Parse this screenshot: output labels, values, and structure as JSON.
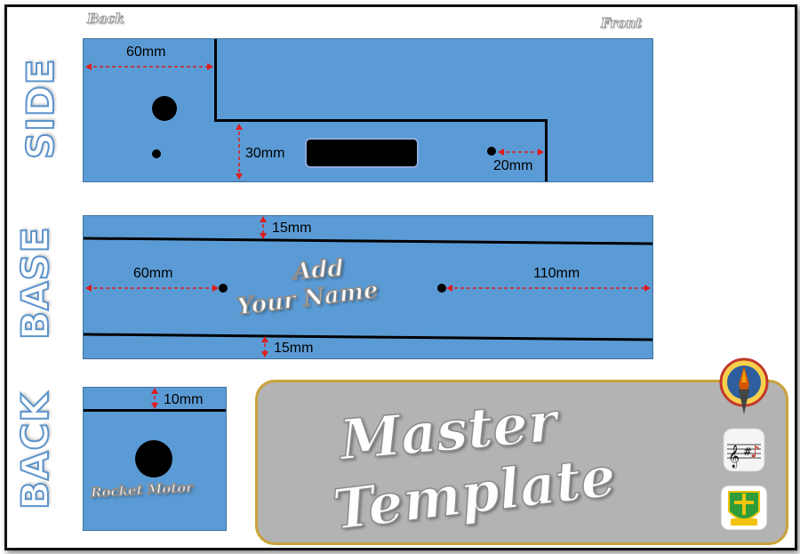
{
  "labels": {
    "back_corner": "Back",
    "front_corner": "Front",
    "side": "SIDE",
    "base": "BASE",
    "back": "BACK"
  },
  "side_panel": {
    "dim_back_edge": "60mm",
    "dim_step_height": "30mm",
    "dim_front_hole": "20mm"
  },
  "base_panel": {
    "dim_top_line": "15mm",
    "dim_left_hole": "60mm",
    "dim_right_hole": "110mm",
    "dim_bottom_line": "15mm",
    "name_line1": "Add",
    "name_line2": "Your Name"
  },
  "back_panel": {
    "dim_top_line": "10mm",
    "motor_label": "Rocket Motor"
  },
  "master": {
    "line1": "Master",
    "line2": "Template"
  },
  "colors": {
    "panel_blue": "#5b9bd5",
    "dimension_arrow": "#e01b1b",
    "master_box": "#b3b3b3",
    "master_border": "#c9a23a"
  },
  "icons": [
    "rocket-badge-icon",
    "music-notes-icon",
    "school-crest-icon"
  ]
}
